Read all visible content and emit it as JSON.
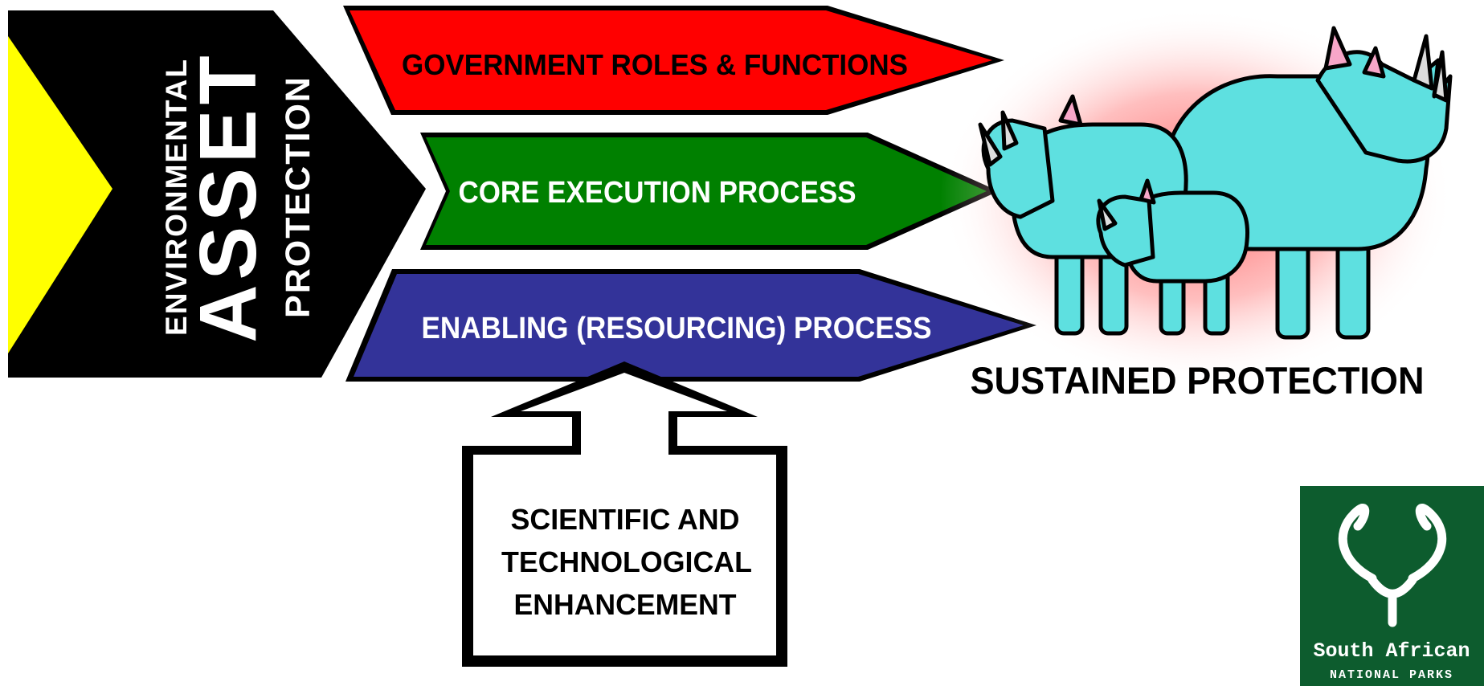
{
  "diagram": {
    "left_block": {
      "line1": "ENVIRONMENTAL",
      "line2": "ASSET",
      "line3": "PROTECTION"
    },
    "arrows": [
      {
        "label": "GOVERNMENT ROLES & FUNCTIONS",
        "color": "#ff0000",
        "text_color": "#000000"
      },
      {
        "label": "CORE EXECUTION PROCESS",
        "color": "#008000",
        "text_color": "#ffffff"
      },
      {
        "label": "ENABLING (RESOURCING) PROCESS",
        "color": "#333399",
        "text_color": "#ffffff"
      }
    ],
    "input_box": {
      "line1": "SCIENTIFIC AND",
      "line2": "TECHNOLOGICAL",
      "line3": "ENHANCEMENT"
    },
    "outcome": {
      "label": "SUSTAINED PROTECTION",
      "icon": "rhino-family-icon",
      "icon_color": "#5ee0e0"
    },
    "logo": {
      "text1": "South African",
      "text2": "NATIONAL PARKS",
      "icon": "kudu-head-icon",
      "bg_color": "#0d5c2e"
    },
    "colors": {
      "left_block": "#000000",
      "left_accent": "#ffff00",
      "glow": "#ff6666"
    }
  }
}
